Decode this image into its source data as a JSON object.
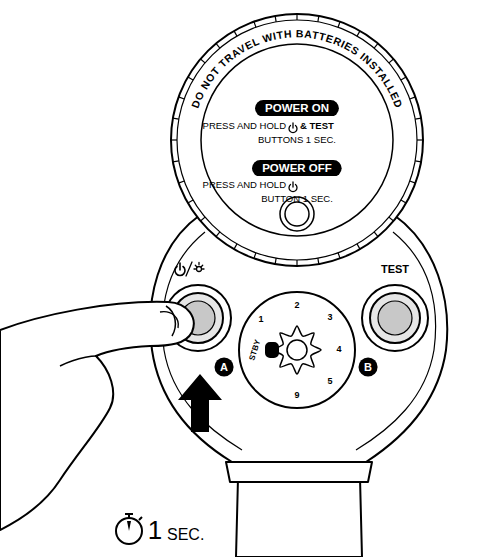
{
  "diagram": {
    "nodes": [
      {
        "text": [
          "POWER ON"
        ]
      },
      {
        "text": [
          "POWER OFF"
        ]
      },
      {
        "text": [
          "A"
        ]
      },
      {
        "text": [
          "B"
        ]
      }
    ],
    "labels": [
      "DO NOT TRAVEL WITH BATTERIES INSTALLED",
      "PRESS AND HOLD",
      "& TEST",
      "BUTTONS 1 SEC.",
      "PRESS AND HOLD",
      "BUTTON 1 SEC.",
      "TEST",
      "1",
      "2",
      "3",
      "4",
      "5",
      "9",
      "STBY",
      "1",
      "SEC."
    ]
  }
}
